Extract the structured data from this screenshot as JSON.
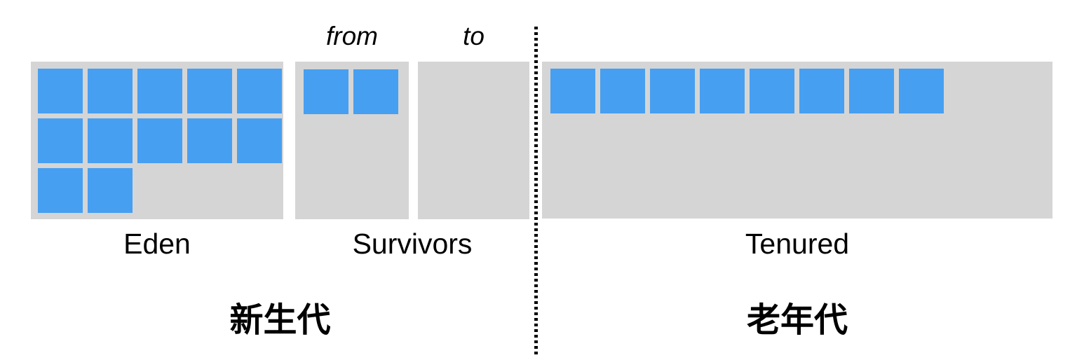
{
  "colors": {
    "cell": "#479ff1",
    "region": "#d5d5d5",
    "text": "#000000",
    "divider": "#000000"
  },
  "young_generation": {
    "label": "新生代",
    "eden": {
      "label": "Eden",
      "cells_used": 12
    },
    "survivors": {
      "label": "Survivors",
      "from": {
        "label": "from",
        "cells_used": 2
      },
      "to": {
        "label": "to",
        "cells_used": 0
      }
    }
  },
  "old_generation": {
    "label": "老年代",
    "tenured": {
      "label": "Tenured",
      "cells_used": 8
    }
  }
}
